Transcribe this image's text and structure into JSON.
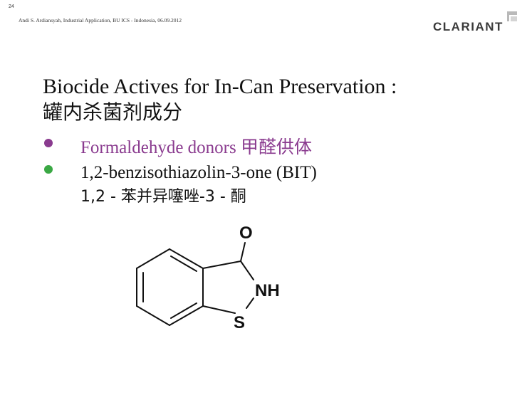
{
  "header": {
    "page_number": "24",
    "footer": "Andi S. Ardiansyah, Industrial Application, BU ICS - Indonesia, 06.09.2012",
    "logo_text": "CLARIANT"
  },
  "title": {
    "english": "Biocide Actives for In-Can Preservation :",
    "chinese": "罐内杀菌剂成分"
  },
  "bullets": [
    {
      "text": "Formaldehyde donors  甲醛供体",
      "color": "#8a3b8f",
      "bullet_color": "#8a3b8f"
    },
    {
      "text": "1,2-benzisothiazolin-3-one (BIT)",
      "color": "#111111",
      "bullet_color": "#3aa844",
      "subtext": "1,2 - 苯并异噻唑-3 - 酮"
    }
  ],
  "structure": {
    "atoms": {
      "oxygen": "O",
      "nitrogen": "NH",
      "sulfur": "S"
    }
  }
}
